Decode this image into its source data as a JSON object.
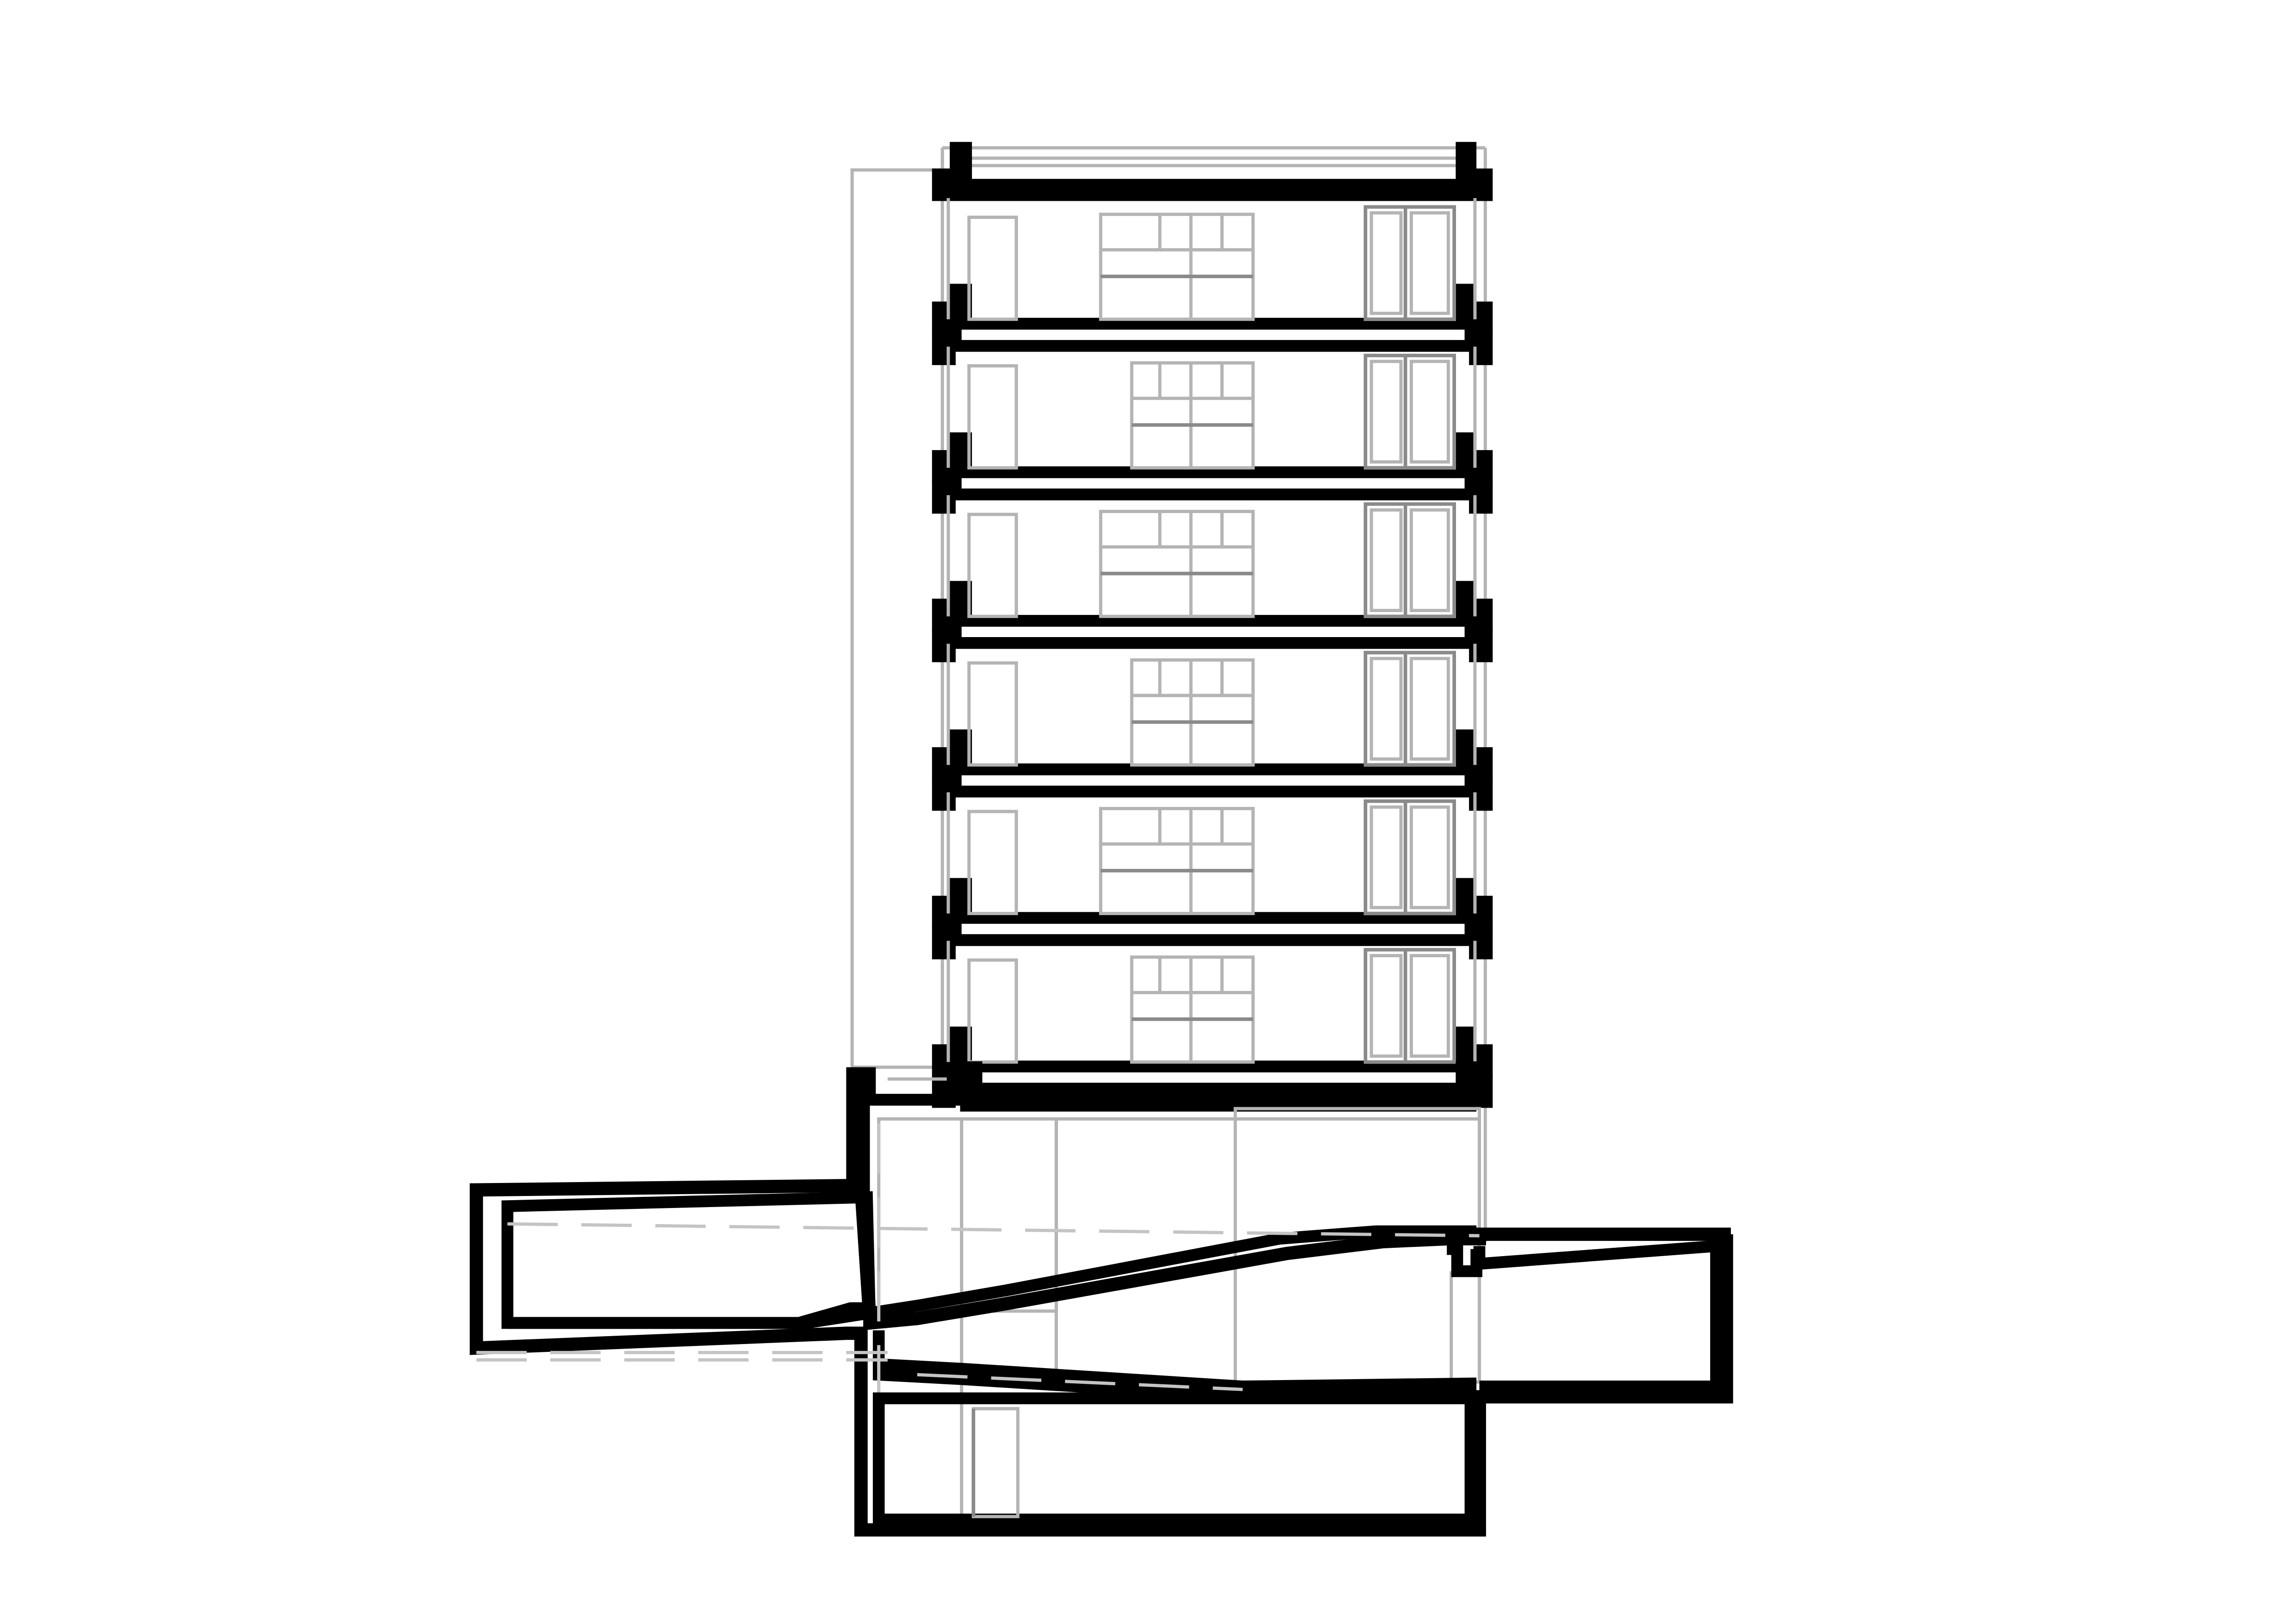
{
  "drawing": {
    "kind": "building-cross-section",
    "upper_floor_count": 6,
    "basement_level_count": 2,
    "colors": {
      "cut_line": "#000000",
      "view_line": "#8a8a8a",
      "light_line": "#b4b4b4",
      "hidden_line": "#c4c4c4",
      "background": "#ffffff"
    }
  }
}
